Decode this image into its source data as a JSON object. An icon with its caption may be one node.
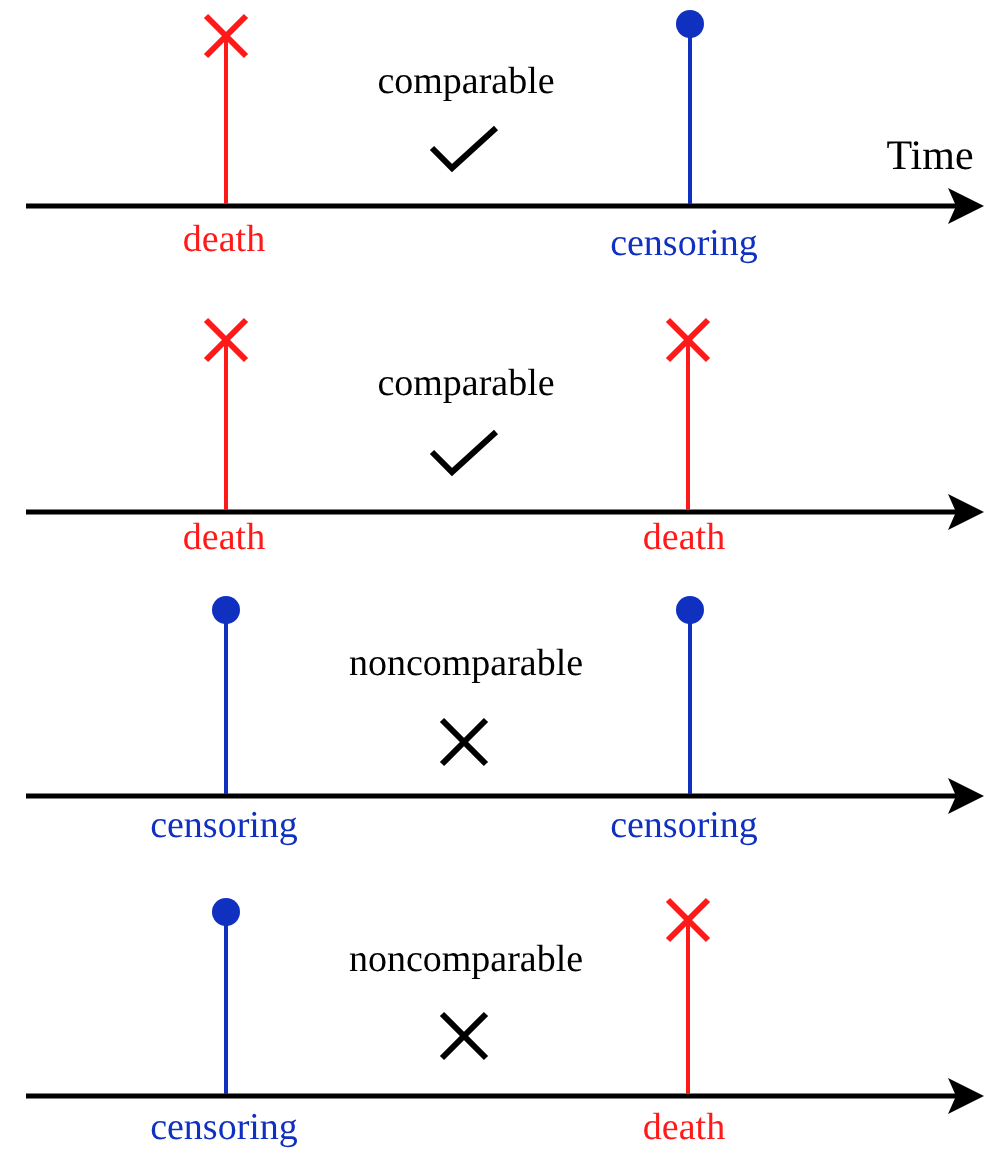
{
  "diagram": {
    "labels": [
      "comparable",
      "Time",
      "death",
      "censoring",
      "comparable",
      "death",
      "death",
      "noncomparable",
      "censoring",
      "censoring",
      "noncomparable",
      "censoring",
      "death"
    ]
  }
}
